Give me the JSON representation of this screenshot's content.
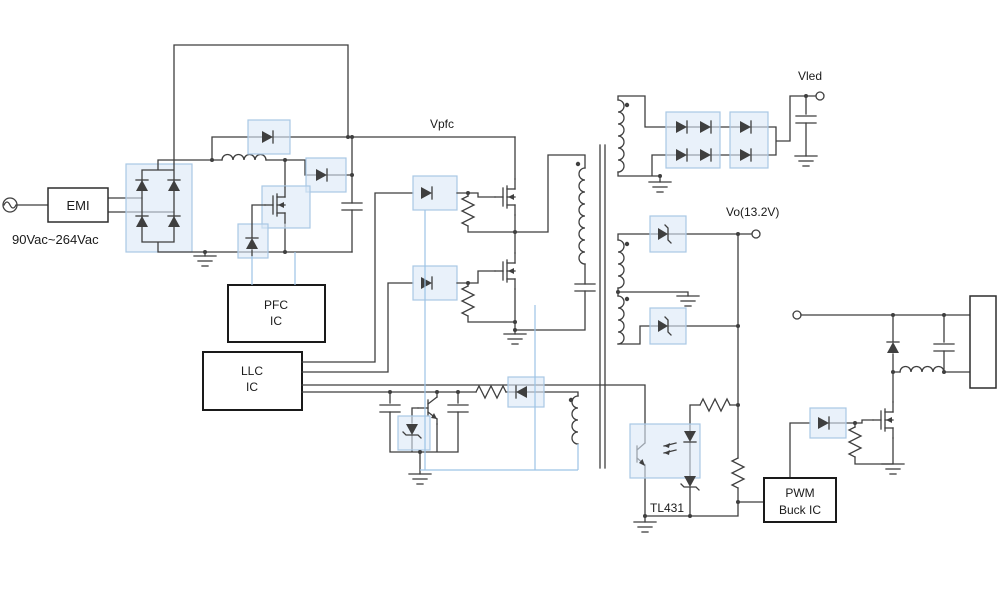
{
  "diagram": {
    "type": "schematic",
    "description": "AC-DC LED driver power supply: EMI filter, bridge rectifier, PFC boost stage, LLC half-bridge with transformer, secondary rectifiers, TL431 opto feedback and PWM buck output stage",
    "colors": {
      "background": "#ffffff",
      "wire": "#3f3f3f",
      "blue_wire": "#9cc3e5",
      "highlight_fill": "#dbe8f6",
      "highlight_border": "#a9c7e4",
      "text": "#1a1a1a"
    },
    "labels": {
      "emi": "EMI",
      "input_range": "90Vac~264Vac",
      "vpfc": "Vpfc",
      "vled": "Vled",
      "vo": "Vo(13.2V)",
      "tl431": "TL431",
      "pfc_ic": [
        "PFC",
        "IC"
      ],
      "llc_ic": [
        "LLC",
        "IC"
      ],
      "pwm_buck_ic": [
        "PWM",
        "Buck IC"
      ]
    }
  }
}
